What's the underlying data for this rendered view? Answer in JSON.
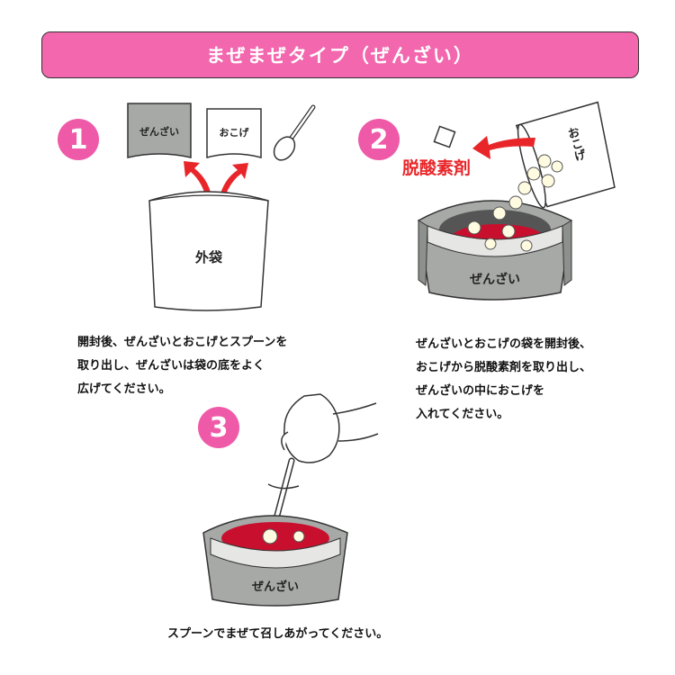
{
  "banner": {
    "title": "まぜまぜタイプ（ぜんざい）"
  },
  "steps": [
    {
      "number": "1",
      "labels": {
        "zenzai_pack": "ぜんざい",
        "okoge_pack": "おこげ",
        "outer_bag": "外袋"
      },
      "caption": [
        "開封後、ぜんざいとおこげとスプーンを",
        "取り出し、ぜんざいは袋の底をよく",
        "広げてください。"
      ]
    },
    {
      "number": "2",
      "labels": {
        "okoge_cup": "おこげ",
        "oxygen_absorber": "脱酸素剤",
        "zenzai_pouch": "ぜんざい"
      },
      "caption": [
        "ぜんざいとおこげの袋を開封後、",
        "おこげから脱酸素剤を取り出し、",
        "ぜんざいの中におこげを",
        "入れてください。"
      ]
    },
    {
      "number": "3",
      "labels": {
        "zenzai_pouch": "ぜんざい"
      },
      "caption": [
        "スプーンでまぜて召しあがってください。"
      ]
    }
  ],
  "colors": {
    "pink": "#ef5aa8",
    "banner": "#f267ad",
    "red_arrow": "#e8262a",
    "soup": "#c8102e",
    "pouch_gray": "#a7a9a6"
  }
}
